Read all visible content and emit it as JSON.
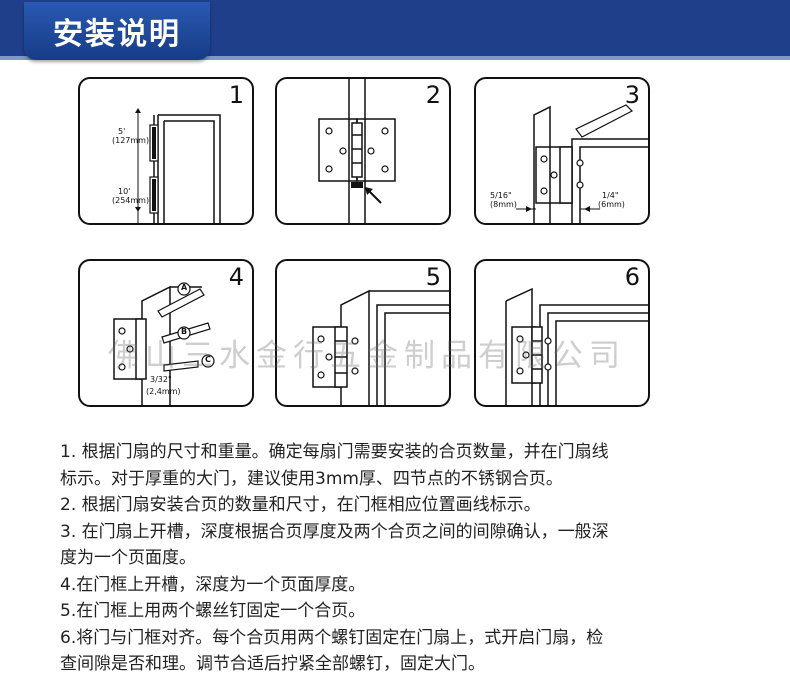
{
  "header": {
    "title": "安装说明",
    "band_color": "#1f3f8a",
    "tab_color": "#2a59b3"
  },
  "panels": [
    {
      "step": "1",
      "dimensions": [
        "5'",
        "(127mm)",
        "10'",
        "(254mm)"
      ]
    },
    {
      "step": "2",
      "dimensions": []
    },
    {
      "step": "3",
      "dimensions": [
        "5/16\"",
        "(8mm)",
        "1/4\"",
        "(6mm)"
      ]
    },
    {
      "step": "4",
      "dimensions": [
        "A",
        "B",
        "C",
        "3/32\"",
        "(2,4mm)"
      ]
    },
    {
      "step": "5",
      "dimensions": []
    },
    {
      "step": "6",
      "dimensions": []
    }
  ],
  "watermark": "佛山三水金行五金制品有限公司",
  "instructions": [
    "1. 根据门扇的尺寸和重量。确定每扇门需要安装的合页数量，并在门扇线",
    "标示。对于厚重的大门，建议使用3mm厚、四节点的不锈钢合页。",
    "2. 根据门扇安装合页的数量和尺寸，在门框相应位置画线标示。",
    "3. 在门扇上开槽，深度根据合页厚度及两个合页之间的间隙确认，一般深",
    "度为一个页面度。",
    "4.在门框上开槽，深度为一个页面厚度。",
    "5.在门框上用两个螺丝钉固定一个合页。",
    "6.将门与门框对齐。每个合页用两个螺钉固定在门扇上，式开启门扇，检",
    "查间隙是否和理。调节合适后拧紧全部螺钉，固定大门。"
  ]
}
